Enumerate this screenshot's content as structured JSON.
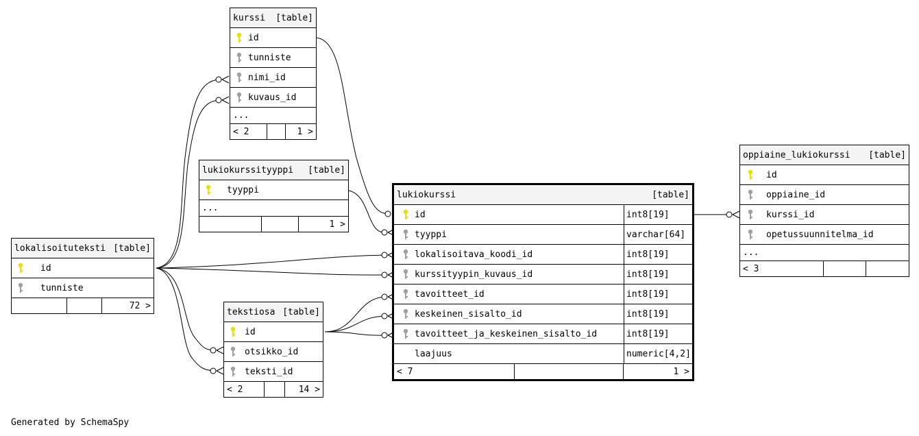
{
  "footer": "Generated by SchemaSpy",
  "colors": {
    "primary_key": "#e8e000",
    "foreign_key": "#a0a0a0"
  },
  "tables": {
    "kurssi": {
      "name": "kurssi",
      "tag": "[table]",
      "columns": [
        {
          "name": "id",
          "key": "primary-key-icon"
        },
        {
          "name": "tunniste",
          "key": "key-icon"
        },
        {
          "name": "nimi_id",
          "key": "key-icon"
        },
        {
          "name": "kuvaus_id",
          "key": "key-icon"
        }
      ],
      "more": "...",
      "parents": "< 2",
      "children": "1 >"
    },
    "lukiokurssityyppi": {
      "name": "lukiokurssityyppi",
      "tag": "[table]",
      "columns": [
        {
          "name": "tyyppi",
          "key": "primary-key-icon"
        }
      ],
      "more": "...",
      "parents": "",
      "children": "1 >"
    },
    "lokalisoituteksti": {
      "name": "lokalisoituteksti",
      "tag": "[table]",
      "columns": [
        {
          "name": "id",
          "key": "primary-key-icon"
        },
        {
          "name": "tunniste",
          "key": "key-icon"
        }
      ],
      "parents": "",
      "children": "72 >"
    },
    "tekstiosa": {
      "name": "tekstiosa",
      "tag": "[table]",
      "columns": [
        {
          "name": "id",
          "key": "primary-key-icon"
        },
        {
          "name": "otsikko_id",
          "key": "key-icon"
        },
        {
          "name": "teksti_id",
          "key": "key-icon"
        }
      ],
      "parents": "< 2",
      "children": "14 >"
    },
    "lukiokurssi": {
      "name": "lukiokurssi",
      "tag": "[table]",
      "columns": [
        {
          "name": "id",
          "type": "int8[19]",
          "key": "primary-key-icon"
        },
        {
          "name": "tyyppi",
          "type": "varchar[64]",
          "key": "key-icon"
        },
        {
          "name": "lokalisoitava_koodi_id",
          "type": "int8[19]",
          "key": "key-icon"
        },
        {
          "name": "kurssityypin_kuvaus_id",
          "type": "int8[19]",
          "key": "key-icon"
        },
        {
          "name": "tavoitteet_id",
          "type": "int8[19]",
          "key": "key-icon"
        },
        {
          "name": "keskeinen_sisalto_id",
          "type": "int8[19]",
          "key": "key-icon"
        },
        {
          "name": "tavoitteet_ja_keskeinen_sisalto_id",
          "type": "int8[19]",
          "key": "key-icon"
        },
        {
          "name": "laajuus",
          "type": "numeric[4,2]",
          "key": ""
        }
      ],
      "parents": "< 7",
      "children": "1 >"
    },
    "oppiaine_lukiokurssi": {
      "name": "oppiaine_lukiokurssi",
      "tag": "[table]",
      "columns": [
        {
          "name": "id",
          "key": "primary-key-icon"
        },
        {
          "name": "oppiaine_id",
          "key": "key-icon"
        },
        {
          "name": "kurssi_id",
          "key": "key-icon"
        },
        {
          "name": "opetussuunnitelma_id",
          "key": "key-icon"
        }
      ],
      "more": "...",
      "parents": "< 3",
      "children": ""
    }
  }
}
